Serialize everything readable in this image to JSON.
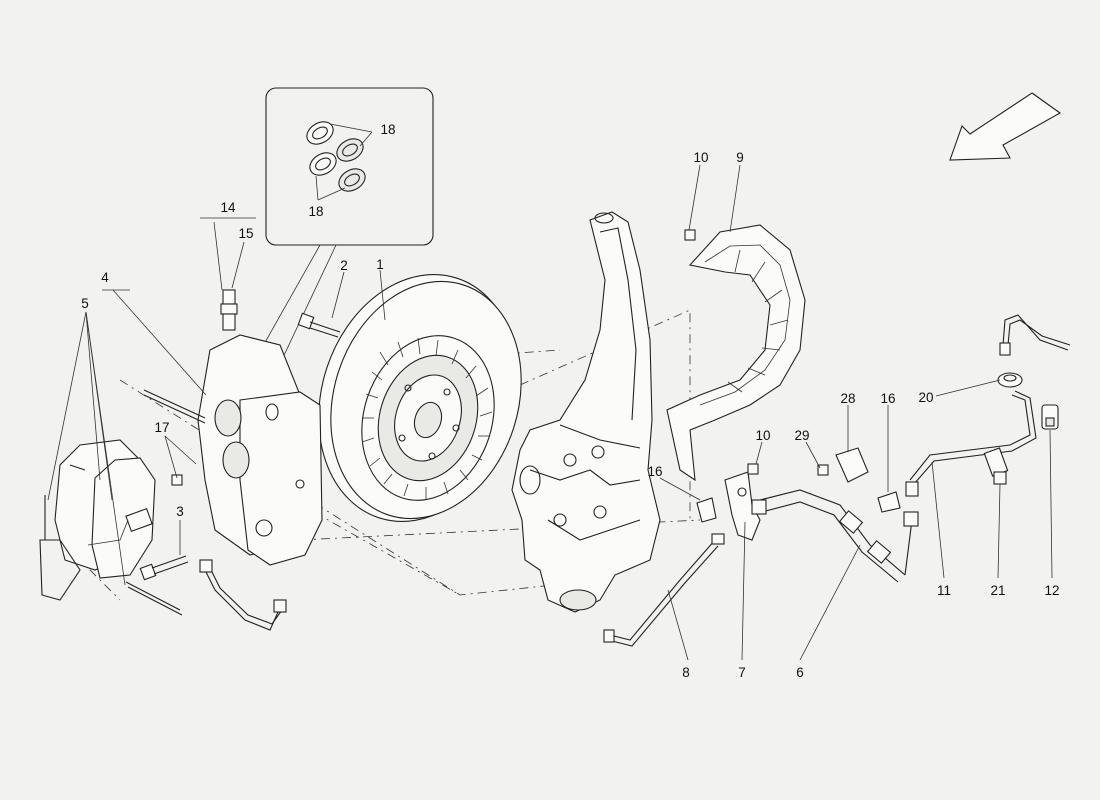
{
  "callouts": {
    "c1": "1",
    "c2": "2",
    "c3": "3",
    "c4": "4",
    "c5": "5",
    "c6": "6",
    "c7": "7",
    "c8": "8",
    "c9": "9",
    "c10a": "10",
    "c10b": "10",
    "c11": "11",
    "c12": "12",
    "c14": "14",
    "c15": "15",
    "c16a": "16",
    "c16b": "16",
    "c17": "17",
    "c18a": "18",
    "c18b": "18",
    "c20": "20",
    "c21": "21",
    "c28": "28",
    "c29": "29"
  },
  "icons": {
    "direction": "front-arrow-icon"
  }
}
